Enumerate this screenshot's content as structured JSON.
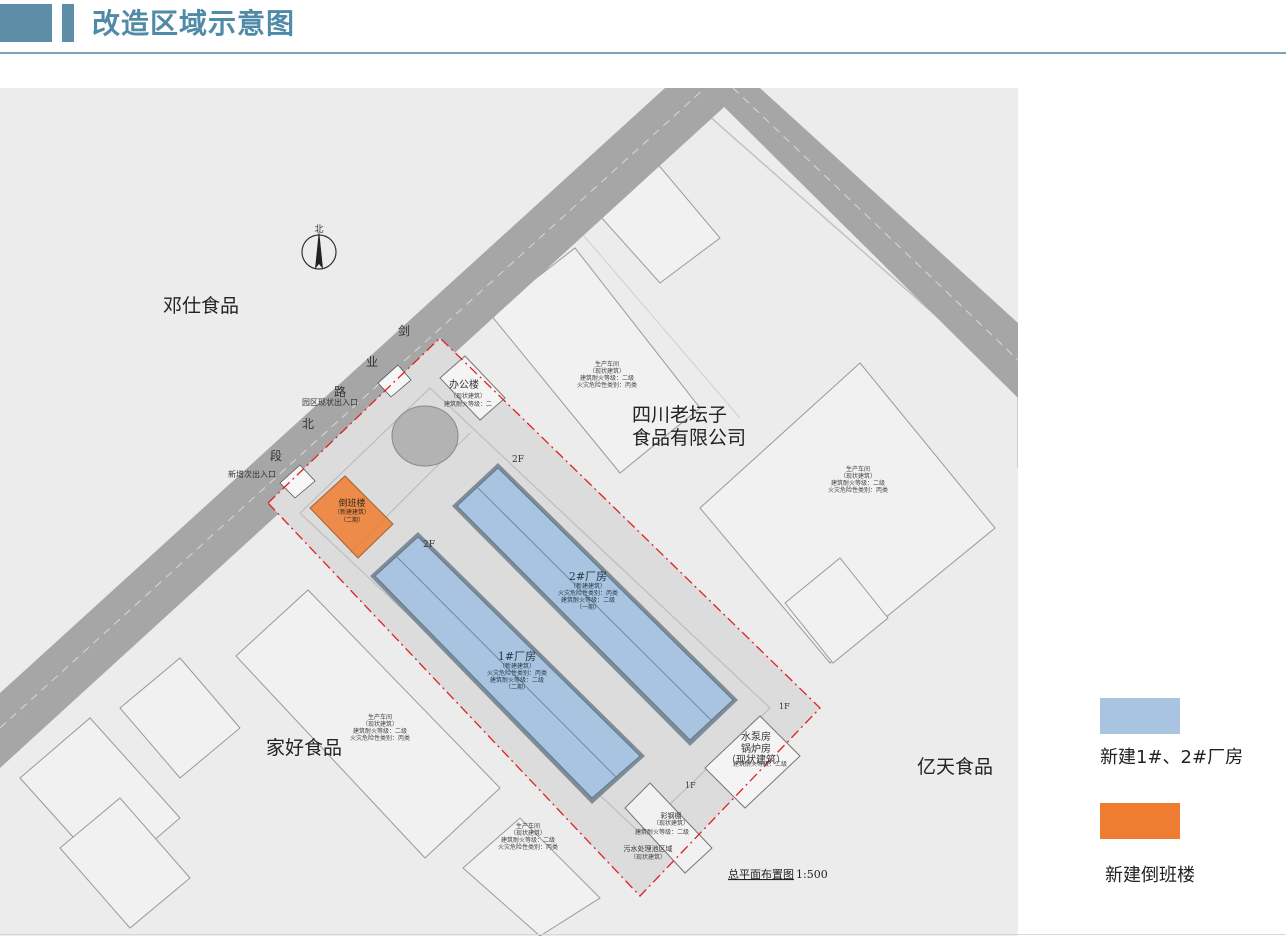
{
  "header": {
    "title": "改造区域示意图"
  },
  "colors": {
    "accent": "#5d8da7",
    "factory_blue": "#a8c4e0",
    "dormitory_orange": "#ef7d31",
    "site_boundary": "#e02020",
    "road": "#a6a6a6",
    "background": "#ececec"
  },
  "plan": {
    "north_label": "北",
    "neighbors": {
      "dengshi": "邓仕食品",
      "laotanzi_line1": "四川老坛子",
      "laotanzi_line2": "食品有限公司",
      "jiahao": "家好食品",
      "yitian": "亿天食品"
    },
    "road_chars": [
      "剑",
      "业",
      "路",
      "北",
      "段"
    ],
    "entrances": {
      "existing": "园区现状出入口",
      "new": "新增次出入口"
    },
    "buildings": {
      "office": {
        "name": "办公楼",
        "note1": "（现状建筑）",
        "note2": "建筑耐火等级：二"
      },
      "dormitory": {
        "name": "倒班楼",
        "note1": "（新建建筑）",
        "note2": "（二期）"
      },
      "factory2": {
        "floor": "2F",
        "name": "2#厂房",
        "note1": "（新建建筑）",
        "note2": "火灾危险性类别：丙类",
        "note3": "建筑耐火等级：二级",
        "note4": "（一期）"
      },
      "factory1": {
        "floor": "2F",
        "name": "1#厂房",
        "note1": "（新建建筑）",
        "note2": "火灾危险性类别：丙类",
        "note3": "建筑耐火等级：二级",
        "note4": "（二期）"
      },
      "pump": {
        "floor": "1F",
        "name1": "水泵房",
        "name2": "锅炉房",
        "note1": "（现状建筑）",
        "note2": "建筑耐火等级：二级"
      },
      "steel": {
        "floor": "1F",
        "name": "彩钢棚",
        "note1": "（现状建筑）",
        "note2": "建筑耐火等级：二级"
      },
      "sewage": {
        "name": "污水处理池区域",
        "note1": "（现状建筑）"
      },
      "workshop": {
        "name": "生产车间",
        "note1": "（现状建筑）",
        "note2": "建筑耐火等级：二级",
        "note3": "火灾危险性类别：丙类"
      }
    },
    "plan_caption": "总平面布置图",
    "plan_scale": "1:500"
  },
  "legend": {
    "items": [
      {
        "label": "新建1#、2#厂房",
        "color": "#a8c4e0"
      },
      {
        "label": "新建倒班楼",
        "color": "#ef7d31"
      }
    ]
  }
}
